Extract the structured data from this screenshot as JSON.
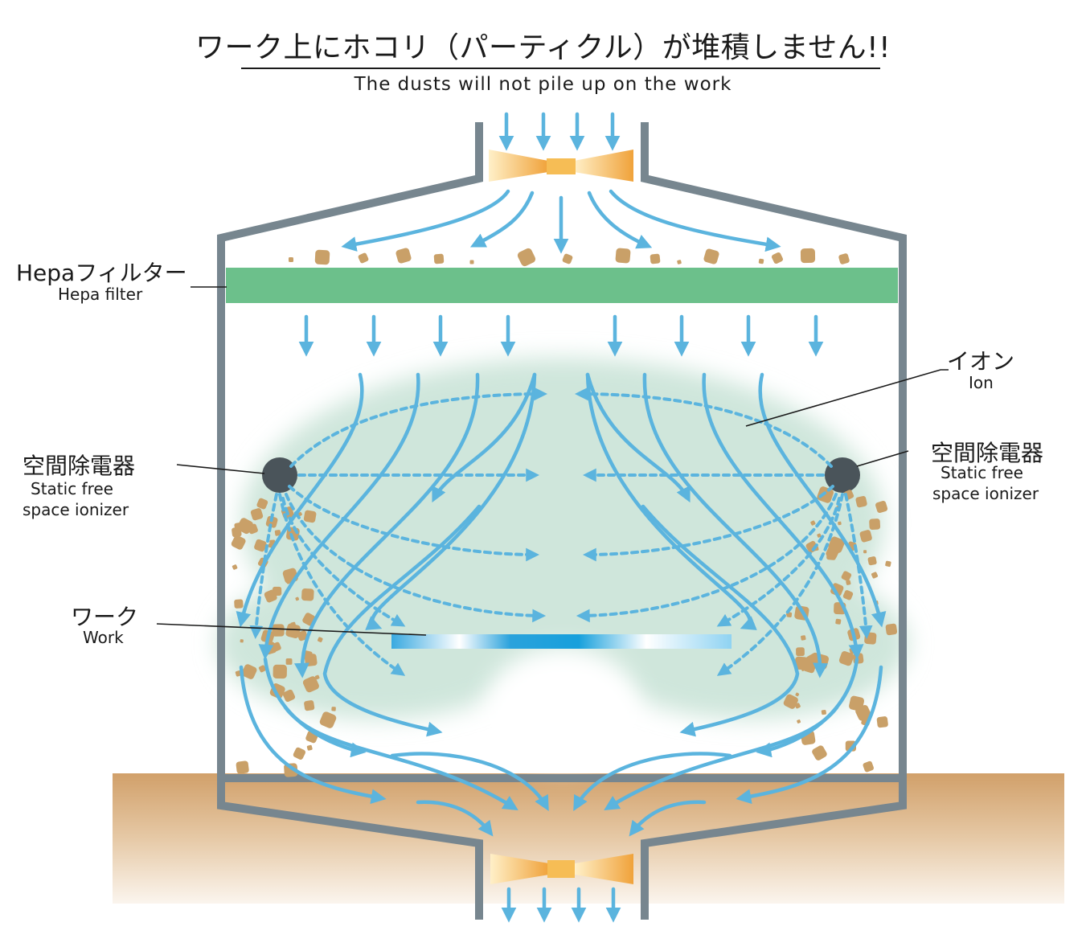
{
  "title": {
    "jp": "ワーク上にホコリ（パーティクル）が堆積しません!!",
    "en": "The dusts will not pile up on the work"
  },
  "labels": {
    "hepa": {
      "jp": "Hepaフィルター",
      "en": "Hepa filter"
    },
    "ion": {
      "jp": "イオン",
      "en": "Ion"
    },
    "ionizer_left": {
      "jp": "空間除電器",
      "en_line1": "Static free",
      "en_line2": "space ionizer"
    },
    "ionizer_right": {
      "jp": "空間除電器",
      "en_line1": "Static free",
      "en_line2": "space ionizer"
    },
    "work": {
      "jp": "ワーク",
      "en": "Work"
    }
  },
  "colors": {
    "wall": "#77868f",
    "filter": "#6cc08b",
    "arrow": "#5bb4de",
    "dust": "#c9a068",
    "ion_cloud": "#cfe6db",
    "ionizer": "#4a545a",
    "fan": "#f2b85a",
    "floor": "#d4a470",
    "work": "#1aa3dc"
  }
}
